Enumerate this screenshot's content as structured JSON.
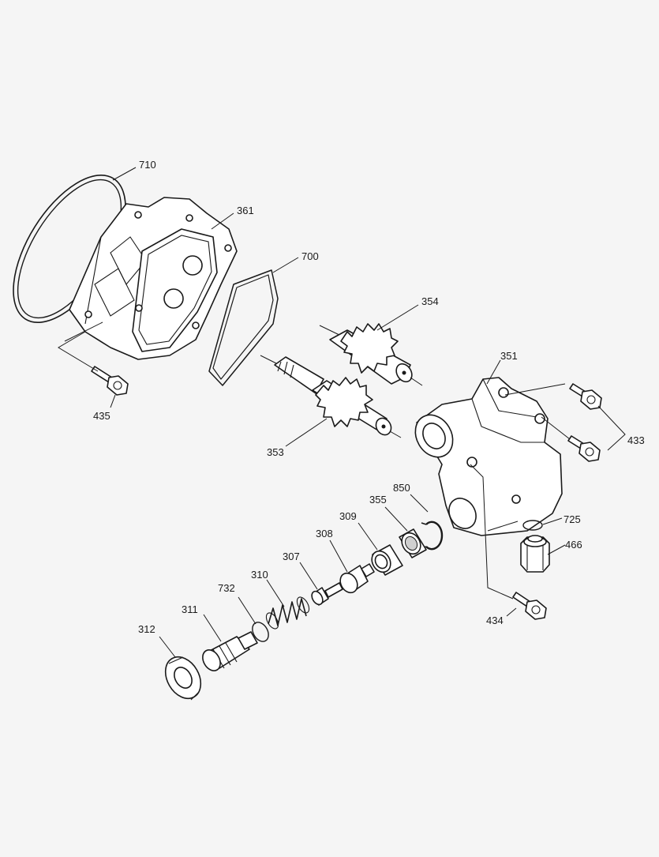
{
  "diagram": {
    "callouts": {
      "c710": "710",
      "c361": "361",
      "c700": "700",
      "c354": "354",
      "c351": "351",
      "c435": "435",
      "c433": "433",
      "c353": "353",
      "c850": "850",
      "c355": "355",
      "c309": "309",
      "c308": "308",
      "c307": "307",
      "c310": "310",
      "c732": "732",
      "c311": "311",
      "c312": "312",
      "c725": "725",
      "c466": "466",
      "c434": "434"
    },
    "colors": {
      "line": "#1a1a1a",
      "background": "#f5f5f5",
      "part_fill": "#ffffff"
    }
  }
}
